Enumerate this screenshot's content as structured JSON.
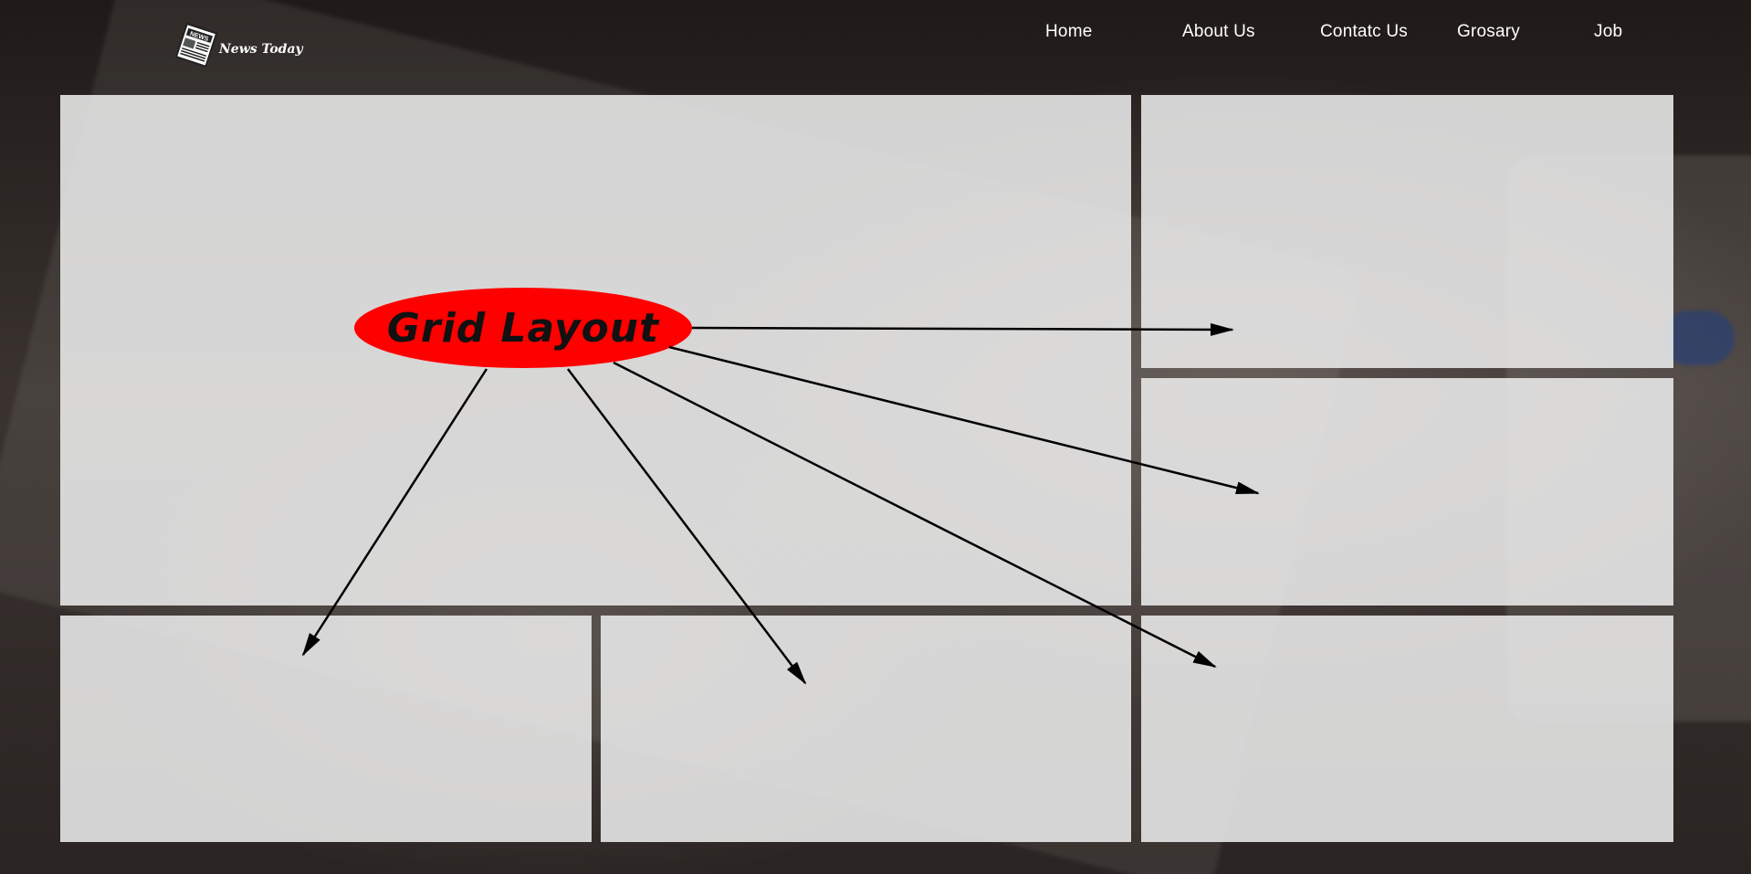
{
  "header": {
    "logo_text": "News Today",
    "logo_icon": "newspaper-icon"
  },
  "nav": {
    "items": [
      {
        "label": "Home"
      },
      {
        "label": "About Us"
      },
      {
        "label": "Contatc Us"
      },
      {
        "label": "Grosary"
      },
      {
        "label": "Job"
      }
    ]
  },
  "annotation": {
    "label": "Grid Layout",
    "bubble_color": "#ff0000",
    "arrow_color": "#000000"
  },
  "grid": {
    "panel_color": "#ececec",
    "panel_count": 6
  }
}
